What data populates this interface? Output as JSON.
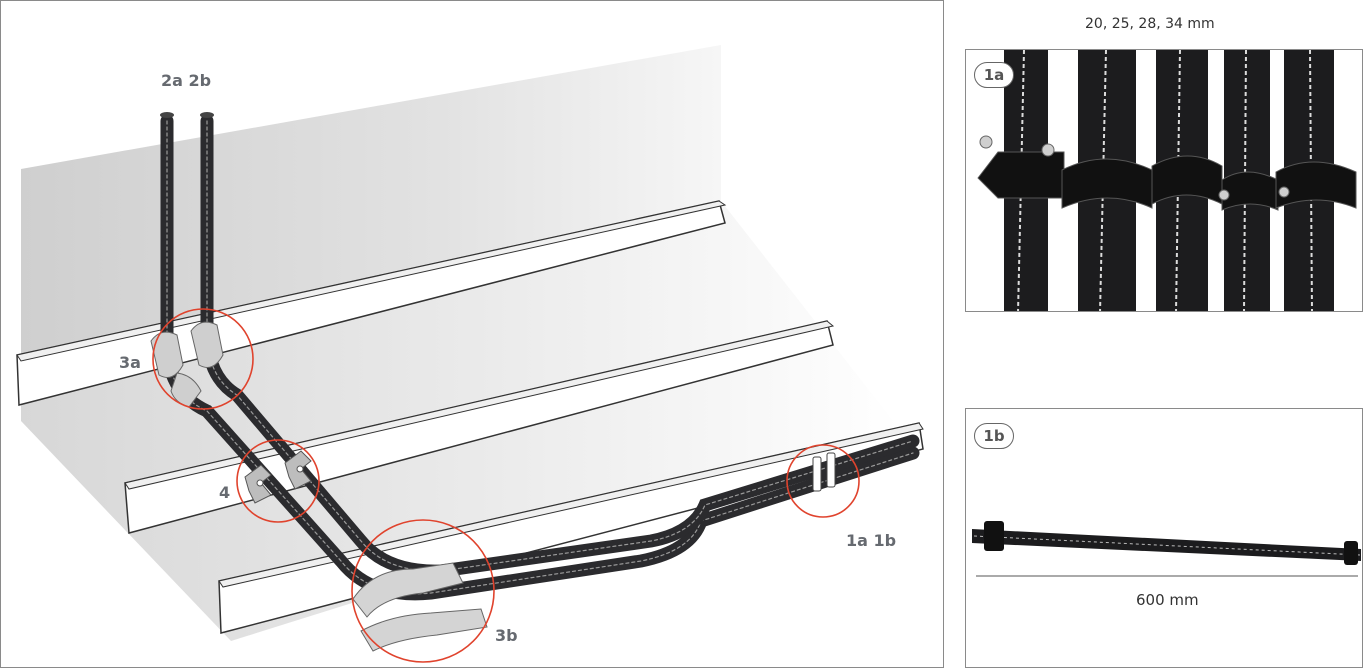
{
  "main_diagram": {
    "labels": {
      "l_2a2b": "2a 2b",
      "l_3a": "3a",
      "l_4": "4",
      "l_3b": "3b",
      "l_1a1b": "1a 1b"
    }
  },
  "detail_1a": {
    "sizes": "20, 25, 28, 34 mm",
    "badge": "1a"
  },
  "detail_1b": {
    "badge": "1b",
    "length": "600 mm"
  },
  "colors": {
    "highlight_circle": "#e0432d",
    "pipe": "#2b2b2e",
    "wall": "#d4d4d4",
    "label": "#666a70"
  }
}
